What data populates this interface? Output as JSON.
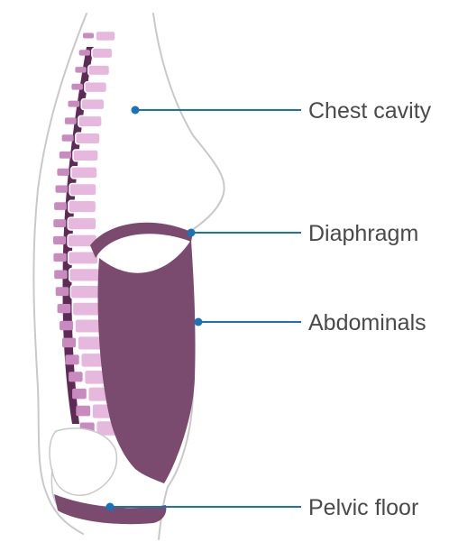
{
  "diagram": {
    "labels": {
      "chest_cavity": "Chest cavity",
      "diaphragm": "Diaphragm",
      "abdominals": "Abdominals",
      "pelvic_floor": "Pelvic floor"
    },
    "colors": {
      "muscle": "#7b4a6f",
      "spine_light": "#e7b8dd",
      "spine_mid": "#c98bbf",
      "spine_dark": "#5e2b56",
      "outline": "#c9c9c9",
      "leader_line": "#1a73b8",
      "label_text": "#4a4a4a"
    }
  }
}
